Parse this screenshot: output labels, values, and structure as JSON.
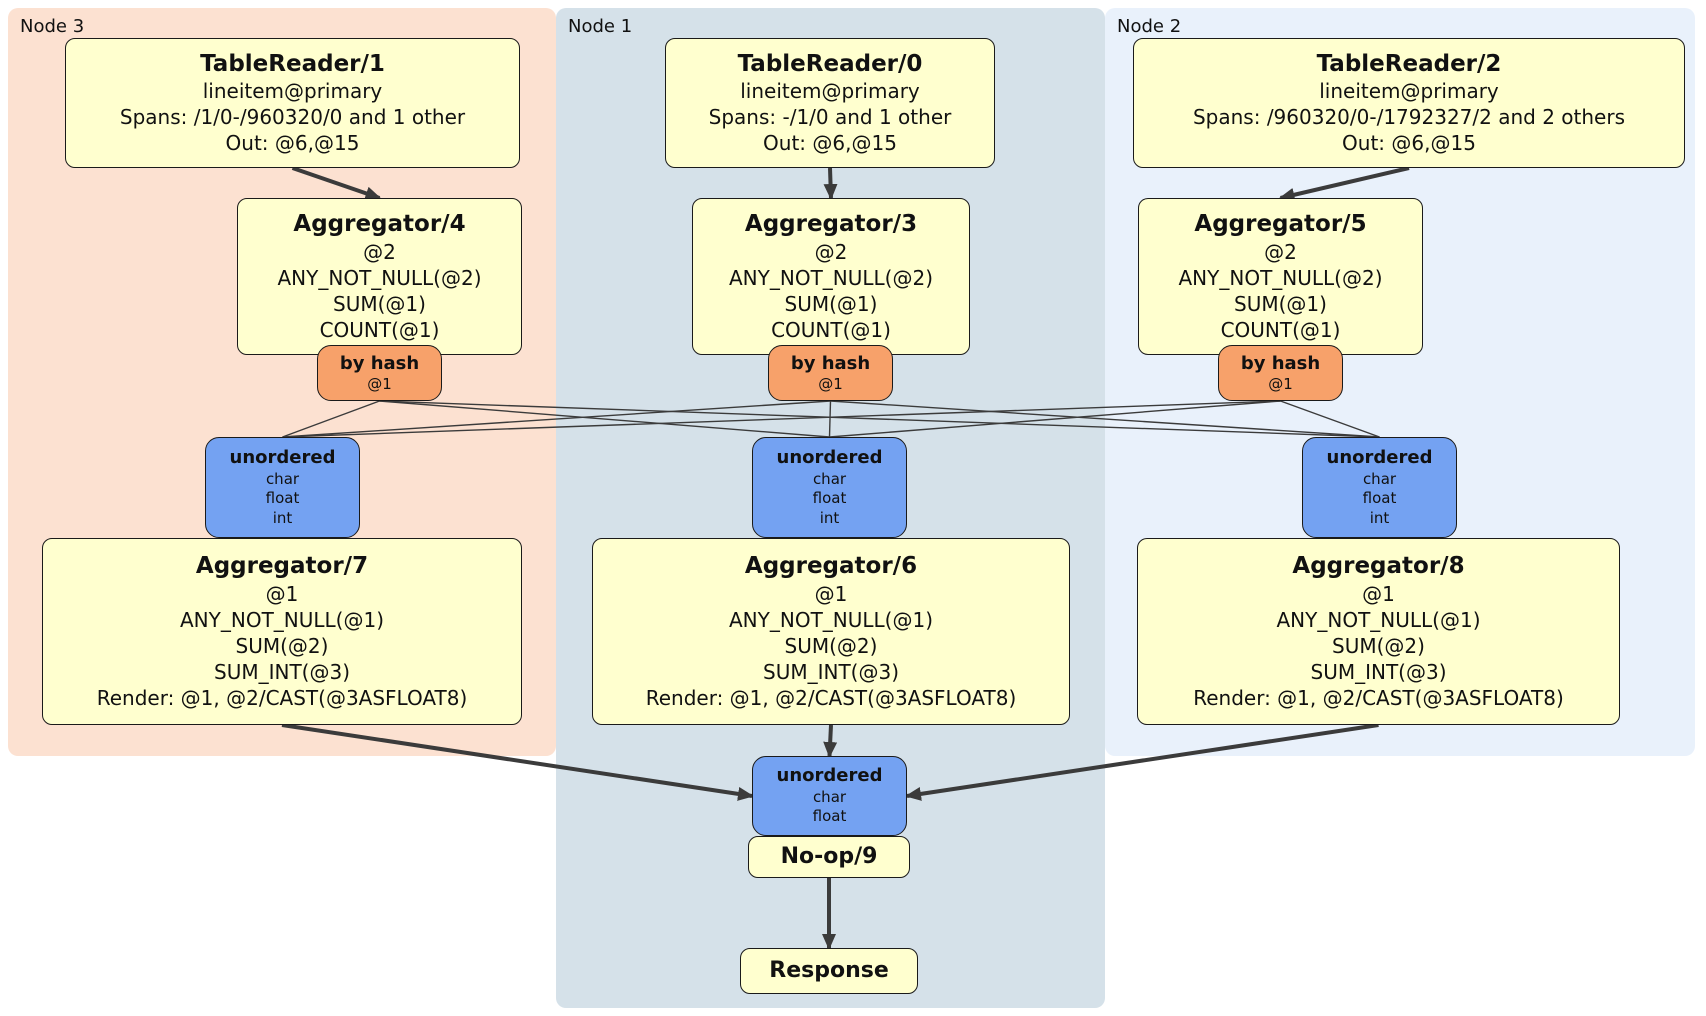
{
  "regions": {
    "node3": {
      "label": "Node 3",
      "color": "#fce1d1"
    },
    "node1": {
      "label": "Node 1",
      "color": "#d5e1e9"
    },
    "node2": {
      "label": "Node 2",
      "color": "#e9f1fb"
    }
  },
  "palette": {
    "processor_box": "#ffffcf",
    "router_box": "#f7a16a",
    "synchronizer_box": "#74a2f2",
    "edge": "#3b3b3b"
  },
  "procs": {
    "tr1": {
      "title": "TableReader/1",
      "lines": [
        "lineitem@primary",
        "Spans: /1/0-/960320/0 and 1 other",
        "Out: @6,@15"
      ]
    },
    "tr0": {
      "title": "TableReader/0",
      "lines": [
        "lineitem@primary",
        "Spans: -/1/0 and 1 other",
        "Out: @6,@15"
      ]
    },
    "tr2": {
      "title": "TableReader/2",
      "lines": [
        "lineitem@primary",
        "Spans: /960320/0-/1792327/2 and 2 others",
        "Out: @6,@15"
      ]
    },
    "agg4": {
      "title": "Aggregator/4",
      "lines": [
        "@2",
        "ANY_NOT_NULL(@2)",
        "SUM(@1)",
        "COUNT(@1)"
      ]
    },
    "agg3": {
      "title": "Aggregator/3",
      "lines": [
        "@2",
        "ANY_NOT_NULL(@2)",
        "SUM(@1)",
        "COUNT(@1)"
      ]
    },
    "agg5": {
      "title": "Aggregator/5",
      "lines": [
        "@2",
        "ANY_NOT_NULL(@2)",
        "SUM(@1)",
        "COUNT(@1)"
      ]
    },
    "hash4": {
      "title": "by hash",
      "lines": [
        "@1"
      ]
    },
    "hash3": {
      "title": "by hash",
      "lines": [
        "@1"
      ]
    },
    "hash5": {
      "title": "by hash",
      "lines": [
        "@1"
      ]
    },
    "unord3": {
      "title": "unordered",
      "lines": [
        "char",
        "float",
        "int"
      ]
    },
    "unord1": {
      "title": "unordered",
      "lines": [
        "char",
        "float",
        "int"
      ]
    },
    "unord2": {
      "title": "unordered",
      "lines": [
        "char",
        "float",
        "int"
      ]
    },
    "agg7": {
      "title": "Aggregator/7",
      "lines": [
        "@1",
        "ANY_NOT_NULL(@1)",
        "SUM(@2)",
        "SUM_INT(@3)",
        "Render: @1, @2/CAST(@3ASFLOAT8)"
      ]
    },
    "agg6": {
      "title": "Aggregator/6",
      "lines": [
        "@1",
        "ANY_NOT_NULL(@1)",
        "SUM(@2)",
        "SUM_INT(@3)",
        "Render: @1, @2/CAST(@3ASFLOAT8)"
      ]
    },
    "agg8": {
      "title": "Aggregator/8",
      "lines": [
        "@1",
        "ANY_NOT_NULL(@1)",
        "SUM(@2)",
        "SUM_INT(@3)",
        "Render: @1, @2/CAST(@3ASFLOAT8)"
      ]
    },
    "unordFinal": {
      "title": "unordered",
      "lines": [
        "char",
        "float"
      ]
    },
    "noop9": {
      "title": "No-op/9"
    },
    "response": {
      "title": "Response"
    }
  },
  "edges": [
    {
      "from": "tablereader-1-box",
      "to": "aggregator-4-box",
      "type": "thick"
    },
    {
      "from": "tablereader-0-box",
      "to": "aggregator-3-box",
      "type": "thick"
    },
    {
      "from": "tablereader-2-box",
      "to": "aggregator-5-box",
      "type": "thick"
    },
    {
      "from": "by-hash-node3",
      "to": "unordered-node3",
      "type": "thin"
    },
    {
      "from": "by-hash-node3",
      "to": "unordered-node1",
      "type": "thin"
    },
    {
      "from": "by-hash-node3",
      "to": "unordered-node2",
      "type": "thin"
    },
    {
      "from": "by-hash-node1",
      "to": "unordered-node3",
      "type": "thin"
    },
    {
      "from": "by-hash-node1",
      "to": "unordered-node1",
      "type": "thin"
    },
    {
      "from": "by-hash-node1",
      "to": "unordered-node2",
      "type": "thin"
    },
    {
      "from": "by-hash-node2",
      "to": "unordered-node3",
      "type": "thin"
    },
    {
      "from": "by-hash-node2",
      "to": "unordered-node1",
      "type": "thin"
    },
    {
      "from": "by-hash-node2",
      "to": "unordered-node2",
      "type": "thin"
    },
    {
      "from": "aggregator-7-box",
      "to": "unordered-final",
      "type": "thick",
      "toAnchor": "left"
    },
    {
      "from": "aggregator-6-box",
      "to": "unordered-final",
      "type": "thick"
    },
    {
      "from": "aggregator-8-box",
      "to": "unordered-final",
      "type": "thick",
      "toAnchor": "right"
    },
    {
      "from": "noop-9-box",
      "to": "response-box",
      "type": "thick"
    }
  ]
}
